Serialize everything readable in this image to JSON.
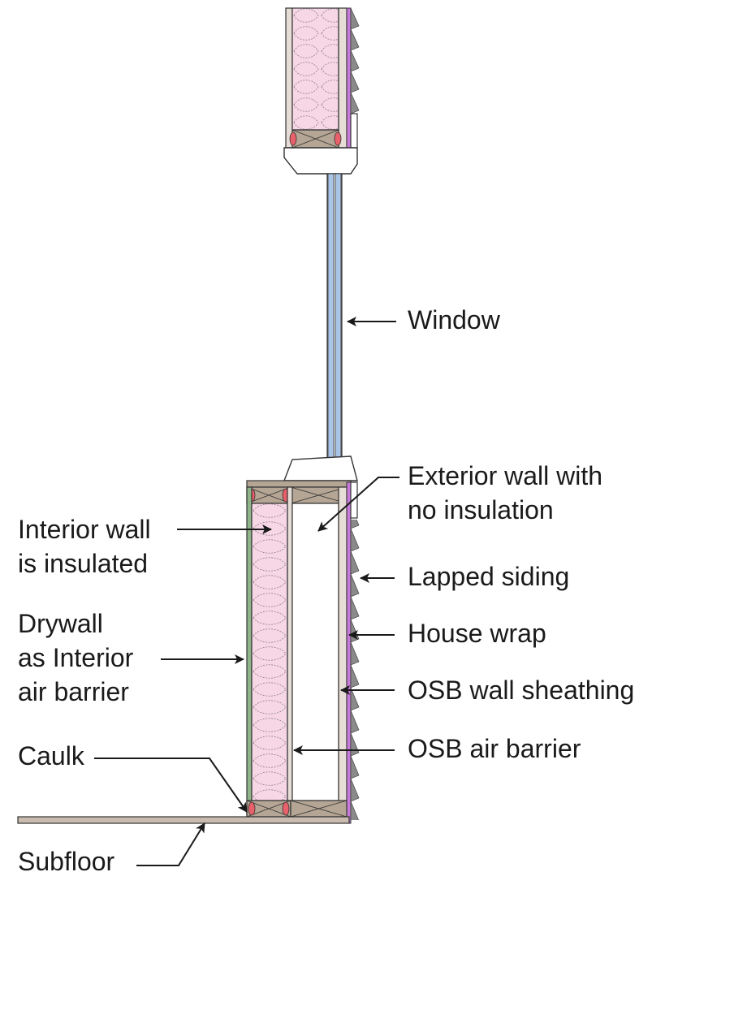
{
  "labels": {
    "window": "Window",
    "exterior_wall_1": "Exterior wall with",
    "exterior_wall_2": "no insulation",
    "interior_wall_1": "Interior wall",
    "interior_wall_2": "is insulated",
    "lapped_siding": "Lapped siding",
    "house_wrap": "House wrap",
    "drywall_1": "Drywall",
    "drywall_2": "as Interior",
    "drywall_3": "air barrier",
    "osb_sheathing": "OSB wall sheathing",
    "caulk": "Caulk",
    "osb_air_barrier": "OSB air barrier",
    "subfloor": "Subfloor"
  },
  "colors": {
    "insulation": "#f7d6e6",
    "wood": "#b5a594",
    "glass": "#a9c4e4",
    "drywall": "#8fb48a",
    "house_wrap": "#c77ad9",
    "siding": "#8a8a8a",
    "caulk": "#e8606a",
    "osb": "#e6ddd6",
    "subfloor": "#c9bcaf",
    "line": "#222222"
  }
}
